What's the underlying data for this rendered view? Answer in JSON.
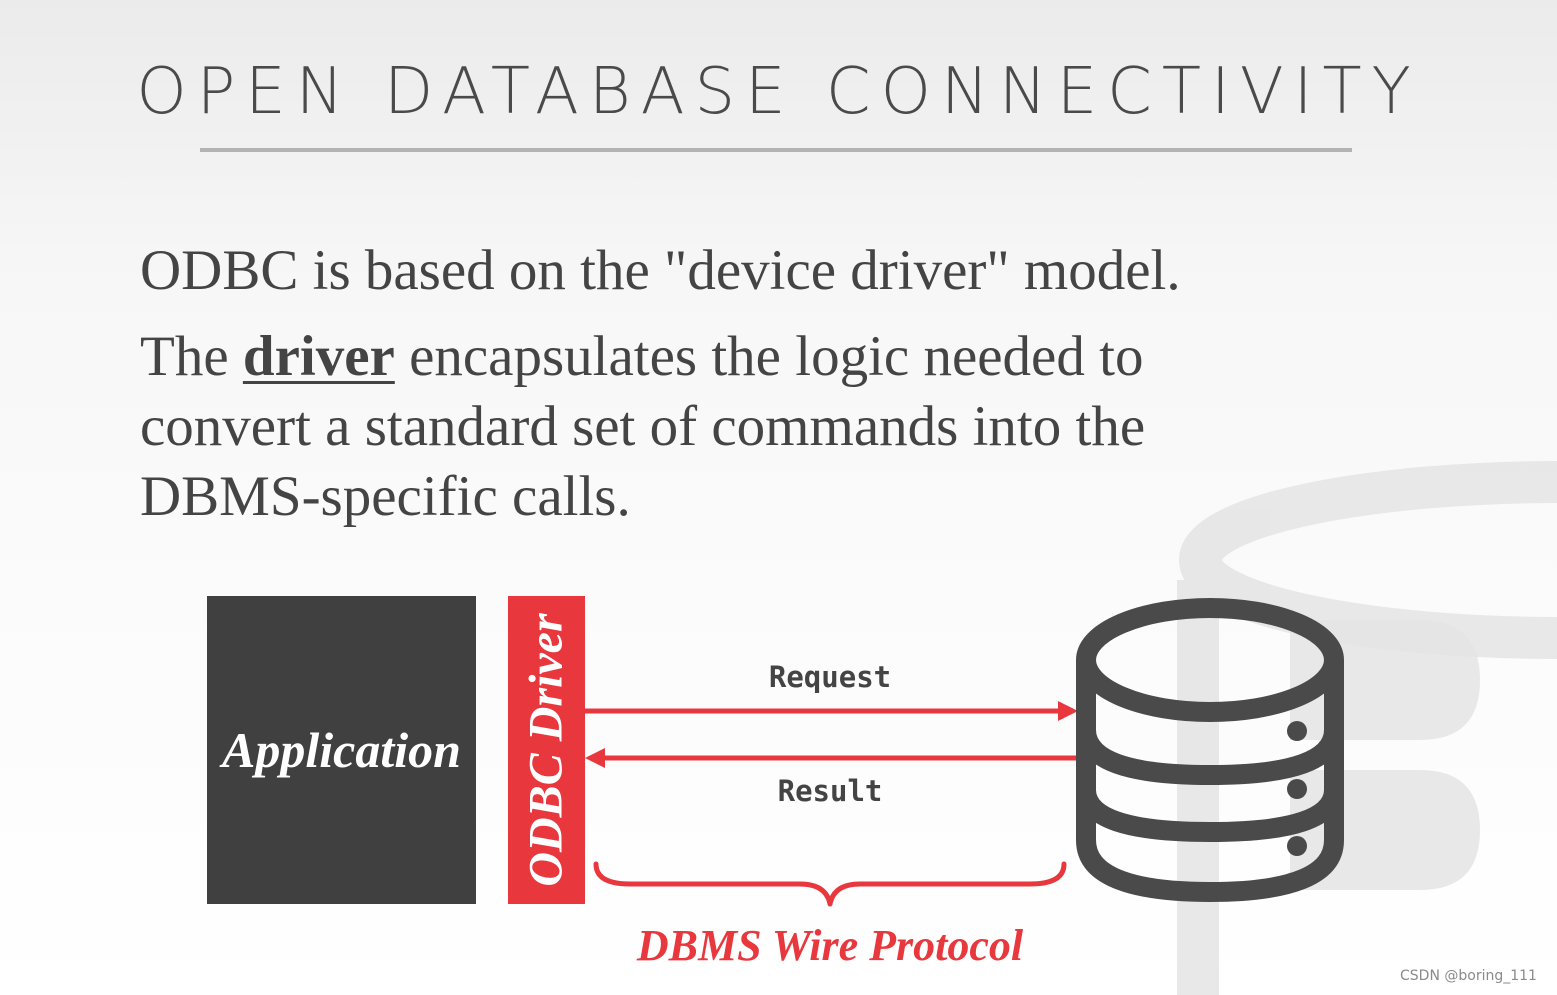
{
  "slide": {
    "title": "OPEN DATABASE CONNECTIVITY",
    "paragraph1": "ODBC is based on the \"device driver\" model.",
    "paragraph2": {
      "lead": "The ",
      "emphasis": "driver",
      "line1_rest": " encapsulates the logic needed to",
      "line2": "convert a standard set of commands into the",
      "line3": "DBMS-specific calls."
    }
  },
  "diagram": {
    "application_label": "Application",
    "driver_label": "ODBC Driver",
    "request_label": "Request",
    "result_label": "Result",
    "protocol_label": "DBMS Wire Protocol"
  },
  "credit": "CSDN @boring_111",
  "colors": {
    "accent_red": "#e8383e",
    "dark_box": "#404040",
    "database_icon": "#4a4a4a",
    "text": "#444444"
  }
}
